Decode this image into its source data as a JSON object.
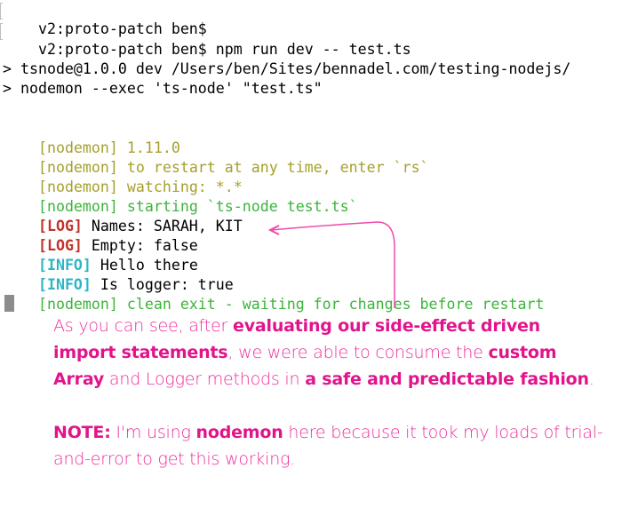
{
  "terminal": {
    "lines": [
      {
        "prompt": "v2:proto-patch ben$",
        "command": ""
      },
      {
        "prompt": "v2:proto-patch ben$",
        "command": " npm run dev -- test.ts"
      }
    ],
    "npm_output": [
      "> tsnode@1.0.0 dev /Users/ben/Sites/bennadel.com/testing-nodejs/",
      "> nodemon --exec 'ts-node' \"test.ts\""
    ],
    "nodemon": [
      {
        "tag": "[nodemon]",
        "text": " 1.11.0",
        "color": "#a6a02c"
      },
      {
        "tag": "[nodemon]",
        "text": " to restart at any time, enter `rs`",
        "color": "#a6a02c"
      },
      {
        "tag": "[nodemon]",
        "text": " watching: *.*",
        "color": "#a6a02c"
      },
      {
        "tag": "[nodemon]",
        "text": " starting `ts-node test.ts`",
        "color": "#3cb43c"
      }
    ],
    "logs": [
      {
        "tag": "[LOG]",
        "text": " Names: SARAH, KIT",
        "tag_color": "#c3322a"
      },
      {
        "tag": "[LOG]",
        "text": " Empty: false",
        "tag_color": "#c3322a"
      },
      {
        "tag": "[INFO]",
        "text": " Hello there",
        "tag_color": "#2db5c6"
      },
      {
        "tag": "[INFO]",
        "text": " Is logger: true",
        "tag_color": "#2db5c6"
      }
    ],
    "exit_line": {
      "tag": "[nodemon]",
      "text": " clean exit - waiting for changes before restart",
      "color": "#3cb43c"
    }
  },
  "annotation": {
    "color": "#ee2e9b",
    "paragraph1": {
      "t1": "As you can see, after ",
      "e1": "evaluating our side-effect driven import statements",
      "t2": ", we were able to consume the ",
      "e2": "custom Array",
      "t3": " and Logger methods in ",
      "e3": "a safe and predictable fashion",
      "t4": "."
    },
    "paragraph2": {
      "e1": "NOTE:",
      "t1": " I'm using ",
      "e2": "nodemon",
      "t2": " here because it took my loads of trial-and-error to get this working."
    }
  },
  "icons": {
    "arrow": "annotation-arrow-pointing-left"
  }
}
